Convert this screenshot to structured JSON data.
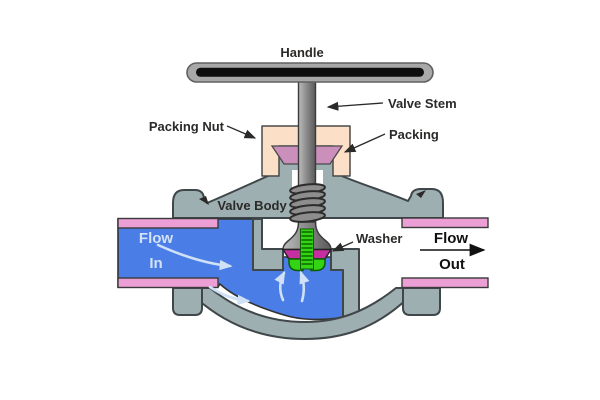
{
  "diagram": {
    "labels": {
      "handle": "Handle",
      "valve_stem": "Valve Stem",
      "packing_nut": "Packing Nut",
      "packing": "Packing",
      "valve_body": "Valve Body",
      "washer": "Washer",
      "flow_in_1": "Flow",
      "flow_in_2": "In",
      "flow_out_1": "Flow",
      "flow_out_2": "Out"
    },
    "colors": {
      "body": "#9eafb2",
      "fluid": "#4a7ee6",
      "flange": "#eb9fd5",
      "packing_nut": "#fbdfc7",
      "packing": "#ca8fbb",
      "washer": "#c62fa2",
      "disc": "#33d414",
      "handle_outer": "#a8a8a8",
      "handle_inner": "#0e0e0e",
      "flow_arrow": "#cfe0f7",
      "flow_in_text": "#d3e2f8",
      "flow_out_text": "#111111",
      "label_text": "#2b2a28"
    }
  }
}
